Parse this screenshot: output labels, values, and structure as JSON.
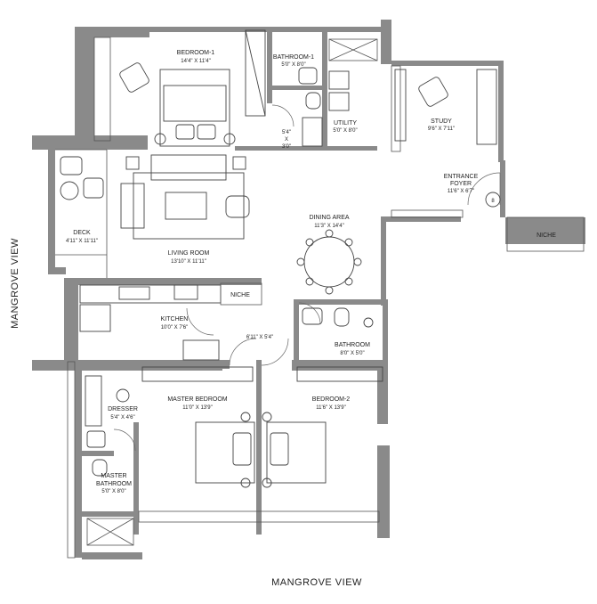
{
  "views": {
    "left": "MANGROVE VIEW",
    "bottom": "MANGROVE VIEW"
  },
  "rooms": {
    "bedroom1": {
      "name": "BEDROOM-1",
      "dim": "14'4\" X 11'4\""
    },
    "bathroom1": {
      "name": "BATHROOM-1",
      "dim": "5'0\" X 8'0\""
    },
    "utility": {
      "name": "UTILITY",
      "dim": "5'0\" X 8'0\""
    },
    "study": {
      "name": "STUDY",
      "dim": "9'6\" X 7'11\""
    },
    "passage": {
      "line1": "5'4\"",
      "line2": "X",
      "line3": "3'0\""
    },
    "foyer": {
      "name": "ENTRANCE",
      "name2": "FOYER",
      "dim": "11'6\" X 6'7\""
    },
    "entry_badge": "8",
    "niche_right": "NICHE",
    "deck": {
      "name": "DECK",
      "dim": "4'11\" X 11'11\""
    },
    "dining": {
      "name": "DINING AREA",
      "dim": "11'3\" X 14'4\""
    },
    "living": {
      "name": "LIVING ROOM",
      "dim": "13'10\" X 11'11\""
    },
    "niche_kitchen": "NICHE",
    "kitchen": {
      "name": "KITCHEN",
      "dim": "10'0\" X 7'6\""
    },
    "corridor": {
      "dim": "6'11\" X 5'4\""
    },
    "bathroom": {
      "name": "BATHROOM",
      "dim": "8'0\" X 5'0\""
    },
    "master_bedroom": {
      "name": "MASTER BEDROOM",
      "dim": "11'0\" X 13'9\""
    },
    "bedroom2": {
      "name": "BEDROOM-2",
      "dim": "11'6\" X 13'9\""
    },
    "dresser": {
      "name": "DRESSER",
      "dim": "5'4\" X 4'6\""
    },
    "master_bathroom": {
      "name": "MASTER",
      "name2": "BATHROOM",
      "dim": "5'0\" X 8'0\""
    }
  }
}
